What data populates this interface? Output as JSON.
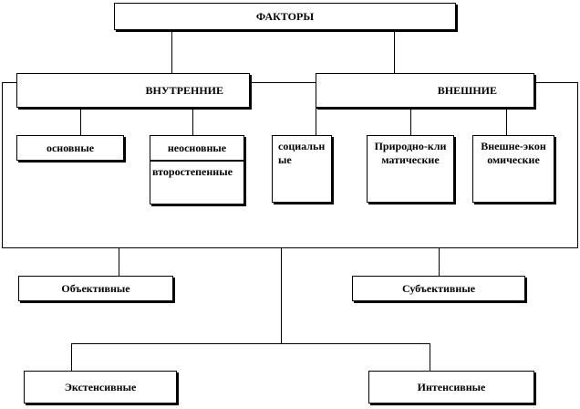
{
  "diagram": {
    "root": "ФАКТОРЫ",
    "internal": {
      "title": "ВНУТРЕННИЕ",
      "children": [
        "основные",
        "неосновные",
        "второстепенные"
      ]
    },
    "external": {
      "title": "ВНЕШНИЕ",
      "children": [
        "социальные",
        "Природно-климатические",
        "Внешне-экономические"
      ]
    },
    "level2": [
      "Объективные",
      "Субъективные"
    ],
    "level3": [
      "Экстенсивные",
      "Интенсивные"
    ]
  }
}
